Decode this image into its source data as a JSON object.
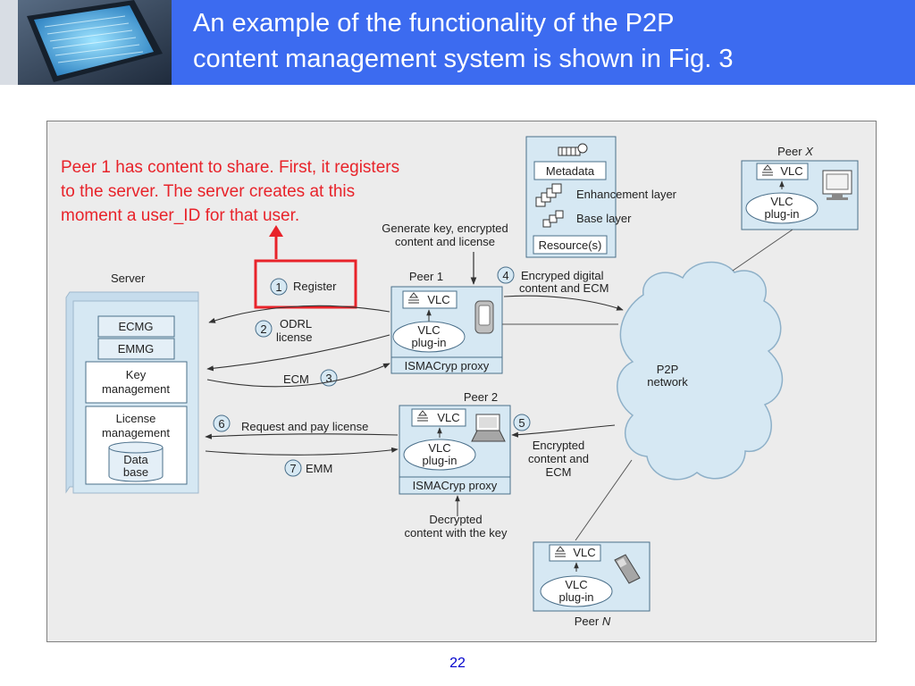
{
  "slide": {
    "title_line1": "An example of the functionality of the P2P",
    "title_line2": "content management system is shown in Fig. 3",
    "page_number": "22"
  },
  "colors": {
    "header_blue": "#3c6bf0",
    "annotation_red": "#e8232a",
    "figure_bg": "#ececec",
    "box_fill": "#d6e8f3",
    "box_stroke": "#4a6f8a"
  },
  "annotation": {
    "line1": "Peer 1 has content to share. First, it registers",
    "line2": "to the server. The server creates at this",
    "line3": "moment a user_ID for that user."
  },
  "server": {
    "title": "Server",
    "ecmg": "ECMG",
    "emmg": "EMMG",
    "key_mgmt_1": "Key",
    "key_mgmt_2": "management",
    "license_mgmt_1": "License",
    "license_mgmt_2": "management",
    "db_1": "Data",
    "db_2": "base"
  },
  "metadata_box": {
    "metadata": "Metadata",
    "enhancement": "Enhancement layer",
    "base": "Base layer",
    "resources": "Resource(s)"
  },
  "peer1": {
    "label": "Peer 1",
    "vlc": "VLC",
    "plugin_1": "VLC",
    "plugin_2": "plug-in",
    "proxy": "ISMACryp proxy",
    "gen_key_1": "Generate key, encrypted",
    "gen_key_2": "content and license"
  },
  "peer2": {
    "label": "Peer 2",
    "vlc": "VLC",
    "plugin_1": "VLC",
    "plugin_2": "plug-in",
    "proxy": "ISMACryp proxy",
    "decrypted_1": "Decrypted",
    "decrypted_2": "content with the key"
  },
  "peerx": {
    "label_prefix": "Peer ",
    "label_var": "X",
    "vlc": "VLC",
    "plugin_1": "VLC",
    "plugin_2": "plug-in"
  },
  "peern": {
    "label_prefix": "Peer ",
    "label_var": "N",
    "vlc": "VLC",
    "plugin_1": "VLC",
    "plugin_2": "plug-in"
  },
  "network": {
    "line1": "P2P",
    "line2": "network"
  },
  "steps": {
    "s1_num": "1",
    "s1_label": "Register",
    "s2_num": "2",
    "s2_label_1": "ODRL",
    "s2_label_2": "license",
    "s3_num": "3",
    "s3_label": "ECM",
    "s4_num": "4",
    "s4_label_1": "Encryped digital",
    "s4_label_2": "content and ECM",
    "s5_num": "5",
    "s5_label_1": "Encrypted",
    "s5_label_2": "content and",
    "s5_label_3": "ECM",
    "s6_num": "6",
    "s6_label": "Request and pay license",
    "s7_num": "7",
    "s7_label": "EMM"
  }
}
